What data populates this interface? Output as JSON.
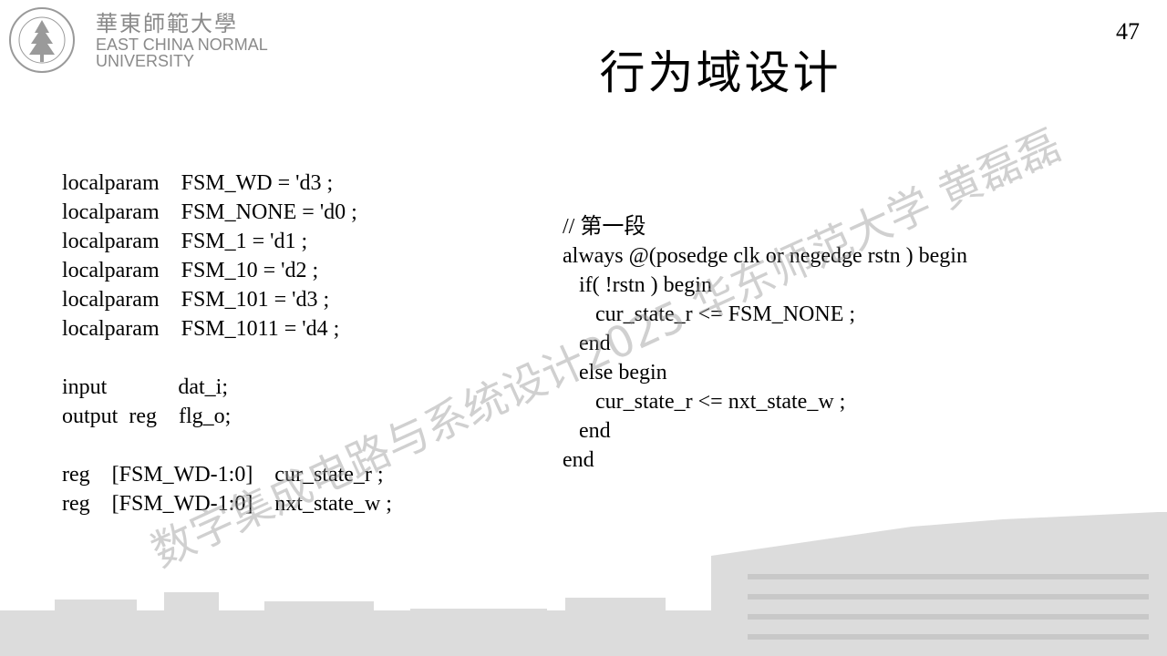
{
  "header": {
    "logo_cn": "華東師範大學",
    "logo_en_line1": "EAST CHINA NORMAL",
    "logo_en_line2": "UNIVERSITY",
    "page_number": "47",
    "title": "行为域设计"
  },
  "left_code": [
    "localparam    FSM_WD = 'd3 ;",
    "localparam    FSM_NONE = 'd0 ;",
    "localparam    FSM_1 = 'd1 ;",
    "localparam    FSM_10 = 'd2 ;",
    "localparam    FSM_101 = 'd3 ;",
    "localparam    FSM_1011 = 'd4 ;",
    "",
    "input             dat_i;",
    "output  reg    flg_o;",
    "",
    "reg    [FSM_WD-1:0]    cur_state_r ;",
    "reg    [FSM_WD-1:0]    nxt_state_w ;"
  ],
  "right_code": [
    "// 第一段",
    "always @(posedge clk or negedge rstn ) begin",
    "   if( !rstn ) begin",
    "      cur_state_r <= FSM_NONE ;",
    "   end",
    "   else begin",
    "      cur_state_r <= nxt_state_w ;",
    "   end",
    "end"
  ],
  "watermark": "数字集成电路与系统设计2025 华东师范大学 黄磊磊",
  "colors": {
    "logo_gray": "#8a8a8a",
    "watermark_gray": "#9a9a9a",
    "skyline_gray": "#d8d8d8"
  }
}
